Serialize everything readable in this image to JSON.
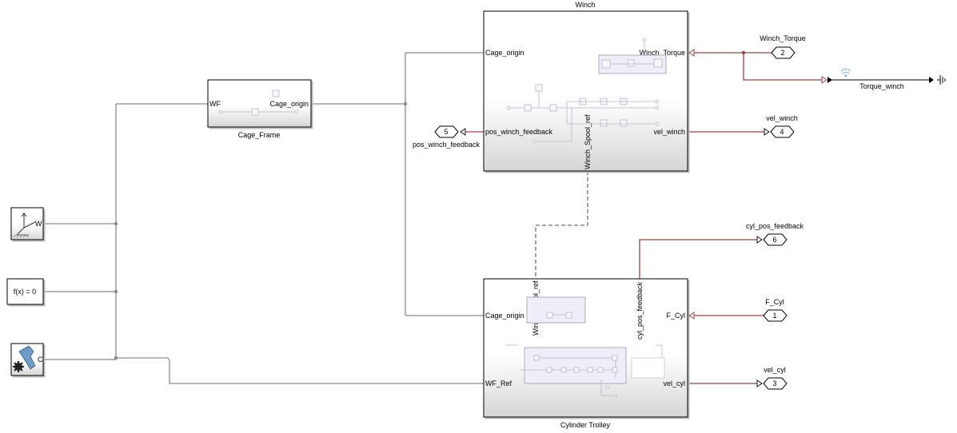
{
  "blocks": {
    "winch": {
      "title": "Winch",
      "port_cage_origin": "Cage_origin",
      "port_pos_feedback": "pos_winch_feedback",
      "port_torque": "Winch_Torque",
      "port_vel": "vel_winch",
      "port_spool_ref": "Winch_Spool_ref"
    },
    "cage_frame": {
      "title": "Cage_Frame",
      "port_wf": "WF",
      "port_cage_origin": "Cage_origin"
    },
    "cylinder_trolley": {
      "title": "Cylinder Trolley",
      "port_cage_origin": "Cage_origin",
      "port_wf_ref": "WF_Ref",
      "port_f_cyl": "F_Cyl",
      "port_vel_cyl": "vel_cyl",
      "port_spool_ref": "Winch_Spool_ref",
      "port_cyl_pos": "cyl_pos_feedback"
    },
    "world_frame": {
      "port": "W"
    },
    "solver_config": {
      "label": "f(x) = 0"
    },
    "mechanism_config": {
      "port": "C"
    }
  },
  "ports": {
    "winch_torque": {
      "label": "Winch_Torque",
      "number": "2"
    },
    "vel_winch": {
      "label": "vel_winch",
      "number": "4"
    },
    "pos_winch_feedback": {
      "label": "pos_winch_feedback",
      "number": "5"
    },
    "cyl_pos_feedback": {
      "label": "cyl_pos_feedback",
      "number": "6"
    },
    "f_cyl": {
      "label": "F_Cyl",
      "number": "1"
    },
    "vel_cyl": {
      "label": "vel_cyl",
      "number": "3"
    }
  },
  "signals": {
    "torque_winch": "Torque_winch"
  },
  "colors": {
    "physical_line": "#8a8a8a",
    "signal_line": "#a04040",
    "block_gradient_top": "#ffffff",
    "block_gradient_bottom": "#d8d8d8",
    "mini_subsystem": "#eeeef8"
  },
  "icons": [
    "world-frame-icon",
    "solver-config-icon",
    "mechanism-config-icon",
    "wifi-logging-icon",
    "terminator-icon"
  ]
}
